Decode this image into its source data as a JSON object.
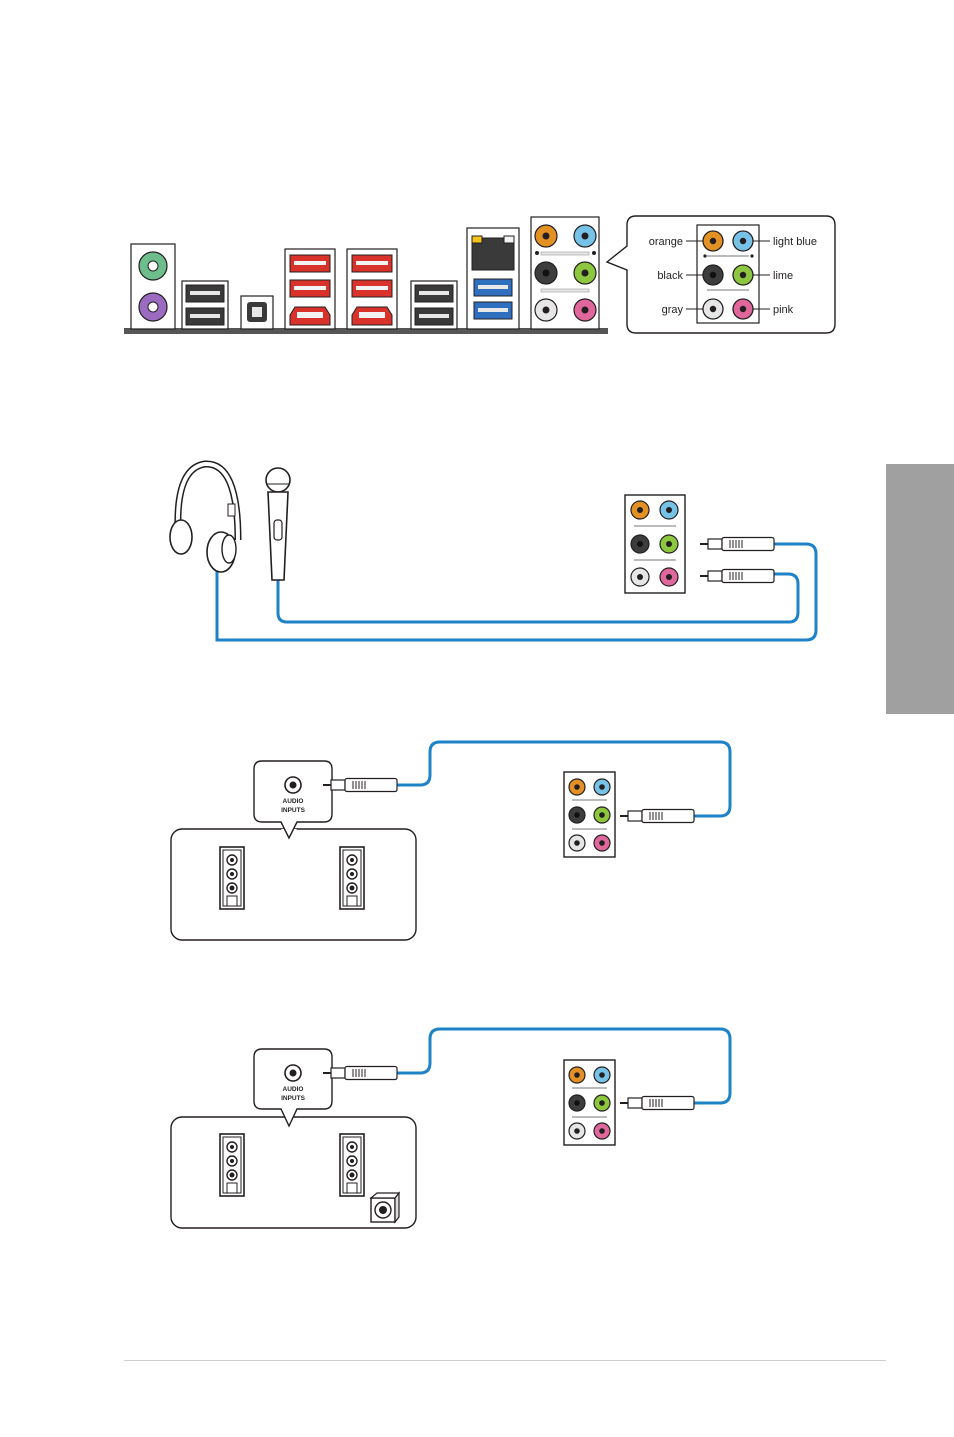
{
  "legend": {
    "ports": [
      {
        "label": "orange",
        "color": "#e39125"
      },
      {
        "label": "light blue",
        "color": "#77c3e8"
      },
      {
        "label": "black",
        "color": "#3d3d3d"
      },
      {
        "label": "lime",
        "color": "#8dc63f"
      },
      {
        "label": "gray",
        "color": "#e6e6e6"
      },
      {
        "label": "pink",
        "color": "#e0679c"
      }
    ]
  },
  "stereo_panel": {
    "jack_label_line1": "AUDIO",
    "jack_label_line2": "INPUTS"
  },
  "stereo_sub_panel": {
    "jack_label_line1": "AUDIO",
    "jack_label_line2": "INPUTS"
  },
  "colors": {
    "cable": "#1e83c6",
    "usb3_blue": "#2f6fc0",
    "usb_red": "#d9322b",
    "ps2_green": "#6dbe8c",
    "ps2_purple": "#9a6bc1",
    "lan_led": "#f4c41b",
    "side_tab": "#a0a0a0"
  }
}
